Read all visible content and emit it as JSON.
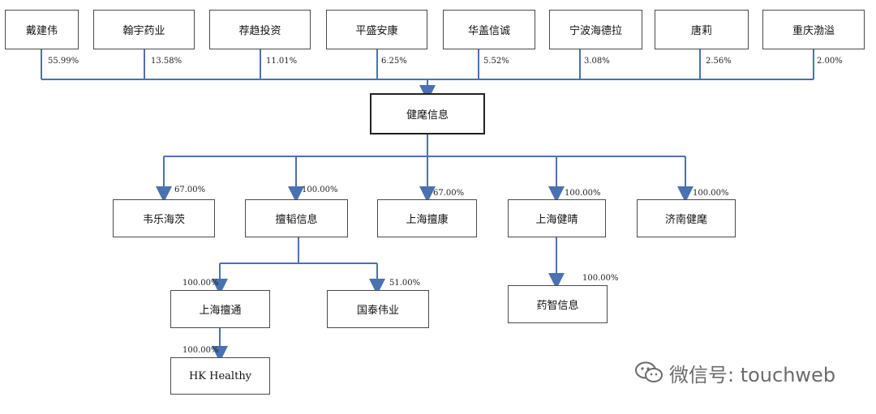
{
  "shareholders": [
    {
      "name": "戴建伟",
      "pct": "55.99%"
    },
    {
      "name": "翰宇药业",
      "pct": "13.58%"
    },
    {
      "name": "荐趋投资",
      "pct": "11.01%"
    },
    {
      "name": "平盛安康",
      "pct": "6.25%"
    },
    {
      "name": "华盖信诚",
      "pct": "5.52%"
    },
    {
      "name": "宁波海德拉",
      "pct": "3.08%"
    },
    {
      "name": "唐莉",
      "pct": "2.56%"
    },
    {
      "name": "重庆渤溢",
      "pct": "2.00%"
    }
  ],
  "center": {
    "name": "健麾信息"
  },
  "subsidiaries": [
    {
      "name": "韦乐海茨",
      "pct": "67.00%"
    },
    {
      "name": "擅韬信息",
      "pct": "100.00%"
    },
    {
      "name": "上海擅康",
      "pct": "67.00%"
    },
    {
      "name": "上海健晴",
      "pct": "100.00%"
    },
    {
      "name": "济南健麾",
      "pct": "100.00%"
    }
  ],
  "level3": [
    {
      "name": "上海擅通",
      "pct": "100.00%"
    },
    {
      "name": "国泰伟业",
      "pct": "51.00%"
    },
    {
      "name": "药智信息",
      "pct": "100.00%"
    }
  ],
  "level4": [
    {
      "name": "HK Healthy",
      "pct": "100.00%"
    }
  ],
  "watermark": {
    "text": "微信号: touchweb",
    "icon": "wechat-icon"
  },
  "colors": {
    "line": "#4a72b0",
    "arrow": "#4a72b0",
    "border": "#4a4a4a"
  }
}
